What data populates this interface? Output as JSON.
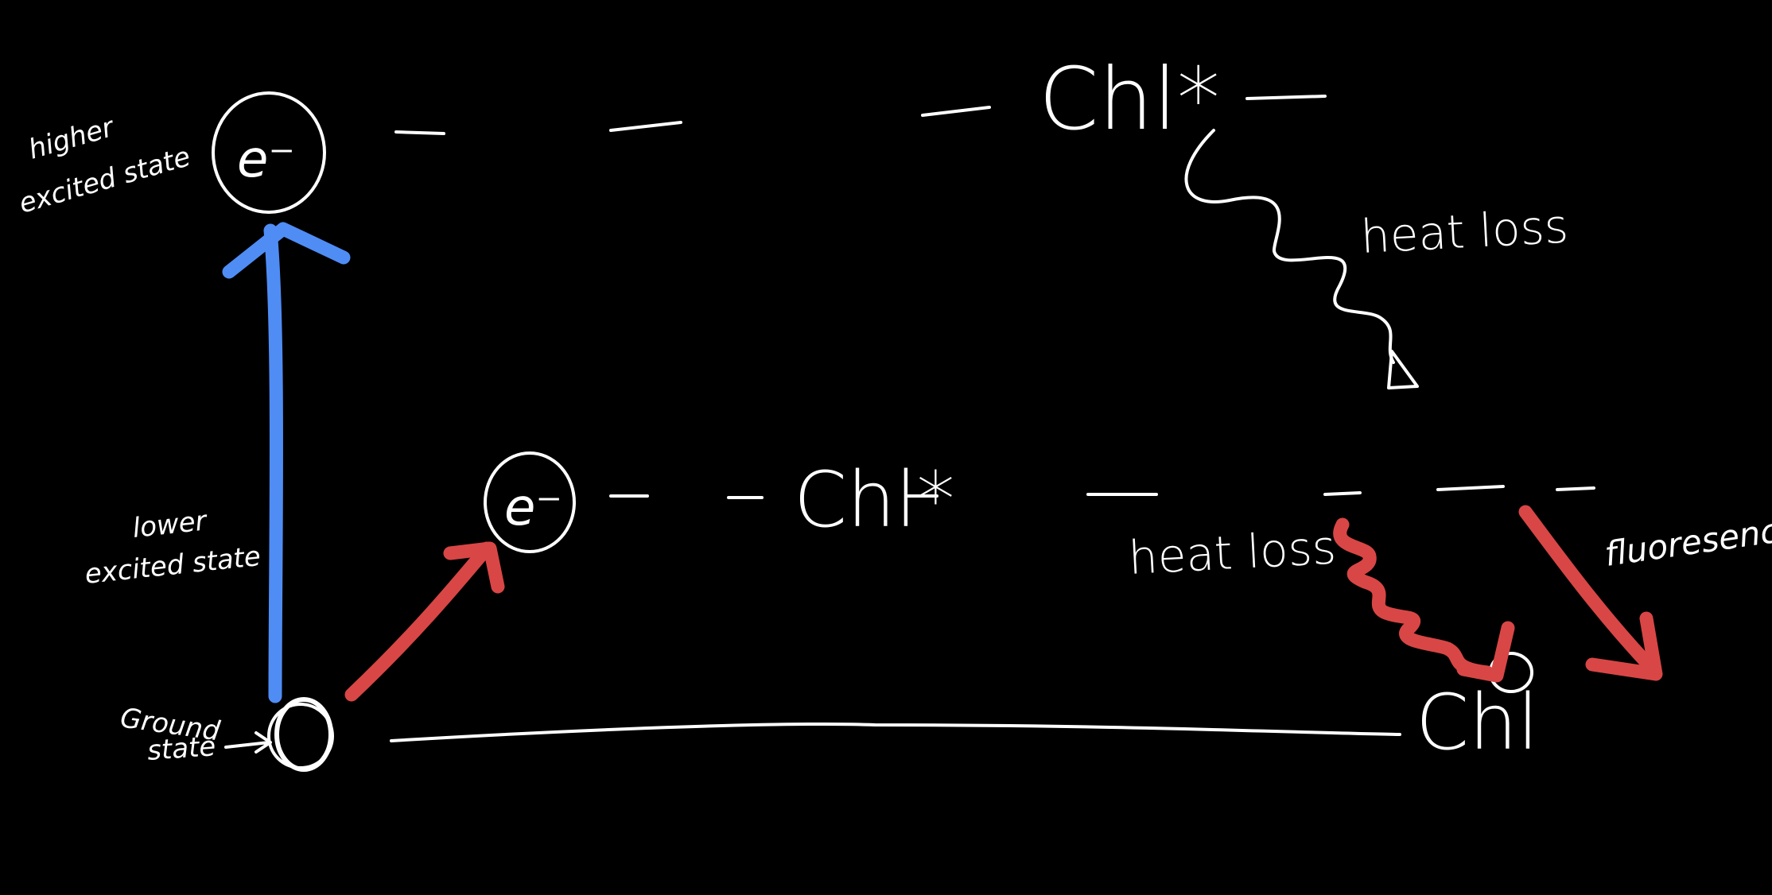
{
  "diagram": {
    "levels": {
      "higher": {
        "label_line1": "higher",
        "label_line2": "excited state",
        "electron": "e⁻",
        "species": "Chl*"
      },
      "lower": {
        "label_line1": "lower",
        "label_line2": "excited state",
        "electron": "e⁻",
        "species": "Chl*"
      },
      "ground": {
        "label_line1": "Ground",
        "label_line2": "state",
        "species": "Chl"
      }
    },
    "processes": {
      "higher_to_lower": "heat loss",
      "lower_heat": "heat loss",
      "lower_emission": "fluoresence"
    },
    "colors": {
      "background": "#000000",
      "ink": "#ffffff",
      "blue_arrow": "#4f8df5",
      "red_arrow": "#d94646"
    }
  }
}
